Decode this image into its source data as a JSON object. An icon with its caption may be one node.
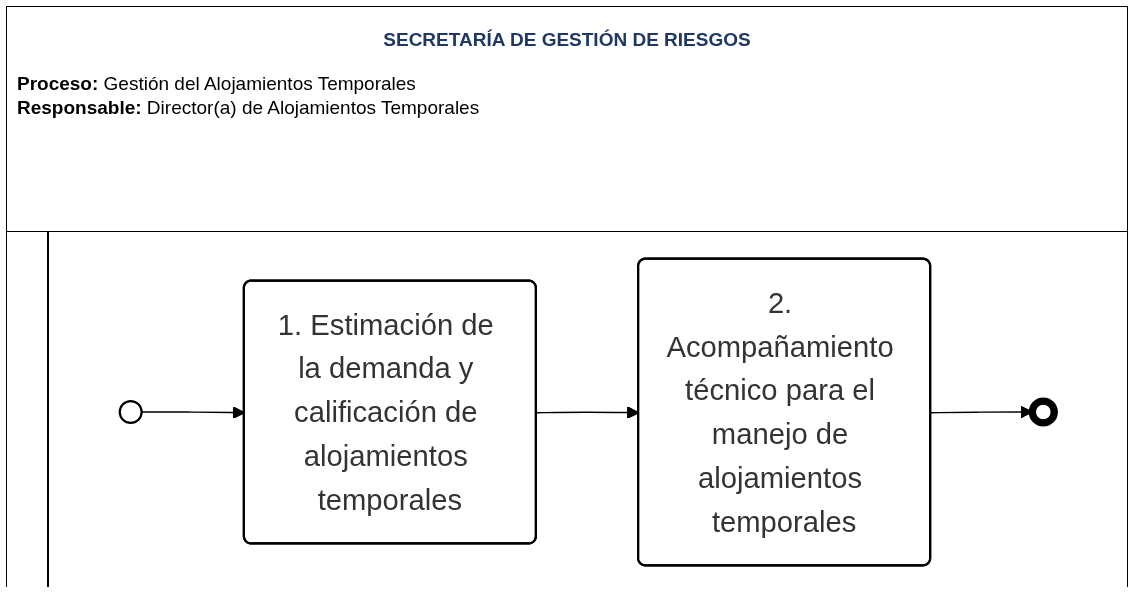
{
  "diagram": {
    "title": "SECRETARÍA DE GESTIÓN DE RIESGOS",
    "nodes": [
      {
        "text": [],
        "shape": "circle"
      },
      {
        "text": [
          "1. Estimación de la demanda y calificación de alojamientos temporales"
        ]
      },
      {
        "text": [
          "2. Acompañamiento técnico para el manejo de alojamientos temporales"
        ]
      },
      {
        "text": [],
        "shape": "circle"
      }
    ],
    "edges": [
      {
        "from": 0,
        "to": 1,
        "arrow": "to"
      },
      {
        "from": 1,
        "to": 2,
        "arrow": "to"
      },
      {
        "from": 2,
        "to": 3,
        "arrow": "to"
      }
    ],
    "labels": [
      "**Proceso:** Gestión del Alojamientos Temporales",
      "**Responsable:** Director(a) de Alojamientos Temporales"
    ]
  }
}
